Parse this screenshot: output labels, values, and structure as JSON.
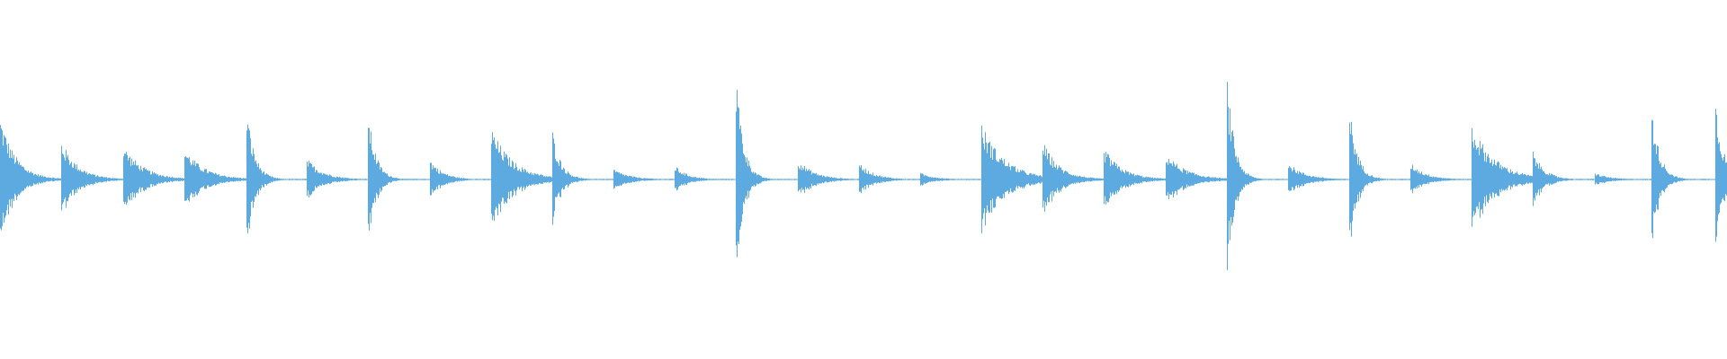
{
  "waveform": {
    "color": "#5DAAE0",
    "onsets": [
      {
        "t": 0.0,
        "amp": 0.36,
        "decay": 0.42
      },
      {
        "t": 0.0354,
        "amp": 0.22,
        "decay": 0.45
      },
      {
        "t": 0.071,
        "amp": 0.2,
        "decay": 0.55
      },
      {
        "t": 0.1065,
        "amp": 0.18,
        "decay": 0.55
      },
      {
        "t": 0.1422,
        "amp": 0.45,
        "decay": 0.2
      },
      {
        "t": 0.1775,
        "amp": 0.12,
        "decay": 0.45
      },
      {
        "t": 0.213,
        "amp": 0.38,
        "decay": 0.2
      },
      {
        "t": 0.2485,
        "amp": 0.12,
        "decay": 0.35
      },
      {
        "t": 0.284,
        "amp": 0.3,
        "decay": 0.6
      },
      {
        "t": 0.3195,
        "amp": 0.29,
        "decay": 0.22
      },
      {
        "t": 0.355,
        "amp": 0.06,
        "decay": 0.45
      },
      {
        "t": 0.3905,
        "amp": 0.08,
        "decay": 0.35
      },
      {
        "t": 0.426,
        "amp": 0.62,
        "decay": 0.18
      },
      {
        "t": 0.4615,
        "amp": 0.12,
        "decay": 0.45
      },
      {
        "t": 0.497,
        "amp": 0.1,
        "decay": 0.4
      },
      {
        "t": 0.5325,
        "amp": 0.04,
        "decay": 0.4
      },
      {
        "t": 0.568,
        "amp": 0.32,
        "decay": 0.65
      },
      {
        "t": 0.6035,
        "amp": 0.22,
        "decay": 0.45
      },
      {
        "t": 0.639,
        "amp": 0.18,
        "decay": 0.5
      },
      {
        "t": 0.6745,
        "amp": 0.16,
        "decay": 0.55
      },
      {
        "t": 0.71,
        "amp": 0.64,
        "decay": 0.18
      },
      {
        "t": 0.7455,
        "amp": 0.1,
        "decay": 0.45
      },
      {
        "t": 0.781,
        "amp": 0.44,
        "decay": 0.2
      },
      {
        "t": 0.8165,
        "amp": 0.1,
        "decay": 0.4
      },
      {
        "t": 0.852,
        "amp": 0.32,
        "decay": 0.65
      },
      {
        "t": 0.8875,
        "amp": 0.16,
        "decay": 0.3
      },
      {
        "t": 0.923,
        "amp": 0.04,
        "decay": 0.4
      },
      {
        "t": 0.956,
        "amp": 0.44,
        "decay": 0.2
      },
      {
        "t": 0.993,
        "amp": 0.48,
        "decay": 0.2
      }
    ]
  }
}
